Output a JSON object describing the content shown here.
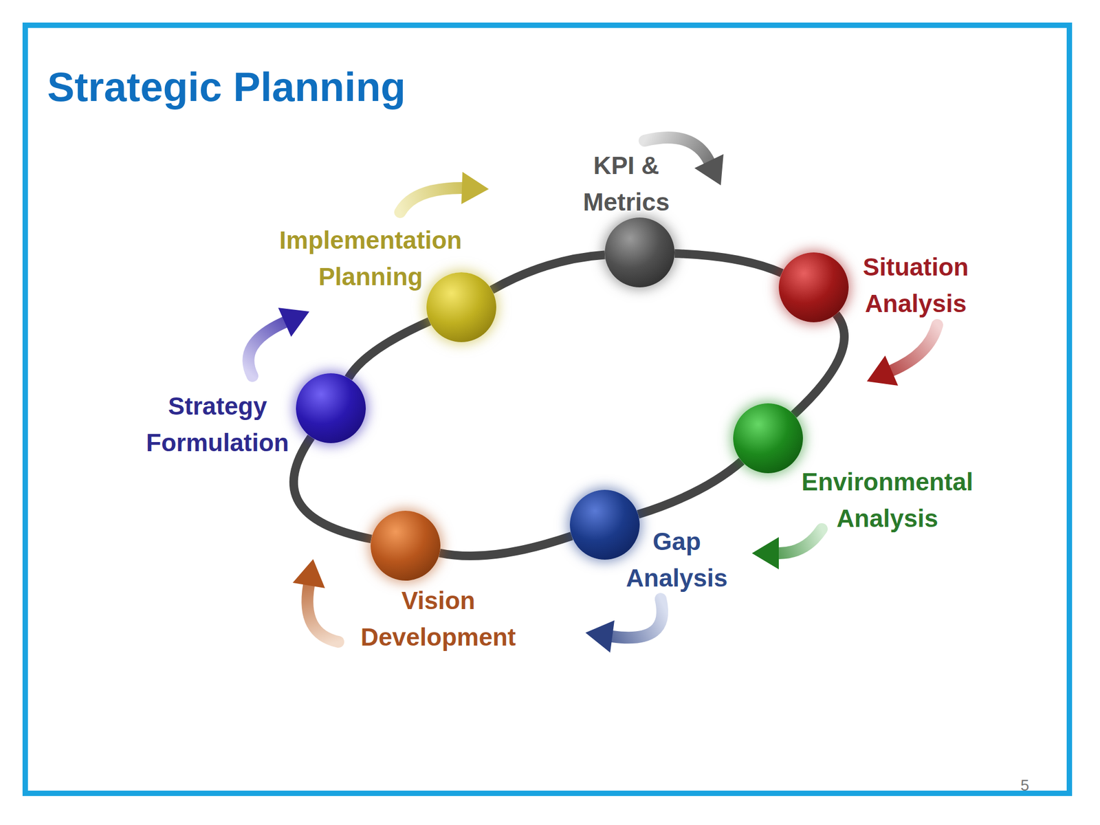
{
  "diagram": {
    "title": "Strategic Planning",
    "nodes": [
      {
        "text": [
          "Situation Analysis"
        ]
      },
      {
        "text": [
          "Environmental Analysis"
        ]
      },
      {
        "text": [
          "Gap Analysis"
        ]
      },
      {
        "text": [
          "Vision Development"
        ]
      },
      {
        "text": [
          "Strategy Formulation"
        ]
      },
      {
        "text": [
          "Implementation Planning"
        ]
      },
      {
        "text": [
          "KPI & Metrics"
        ]
      }
    ],
    "edges": [
      {
        "from": 0,
        "to": 1,
        "arrow": "none"
      },
      {
        "from": 1,
        "to": 2,
        "arrow": "none"
      },
      {
        "from": 2,
        "to": 3,
        "arrow": "none"
      },
      {
        "from": 3,
        "to": 4,
        "arrow": "none"
      },
      {
        "from": 4,
        "to": 5,
        "arrow": "none"
      },
      {
        "from": 5,
        "to": 6,
        "arrow": "none"
      },
      {
        "from": 6,
        "to": 0,
        "arrow": "none"
      }
    ],
    "labels": [
      "5"
    ]
  }
}
